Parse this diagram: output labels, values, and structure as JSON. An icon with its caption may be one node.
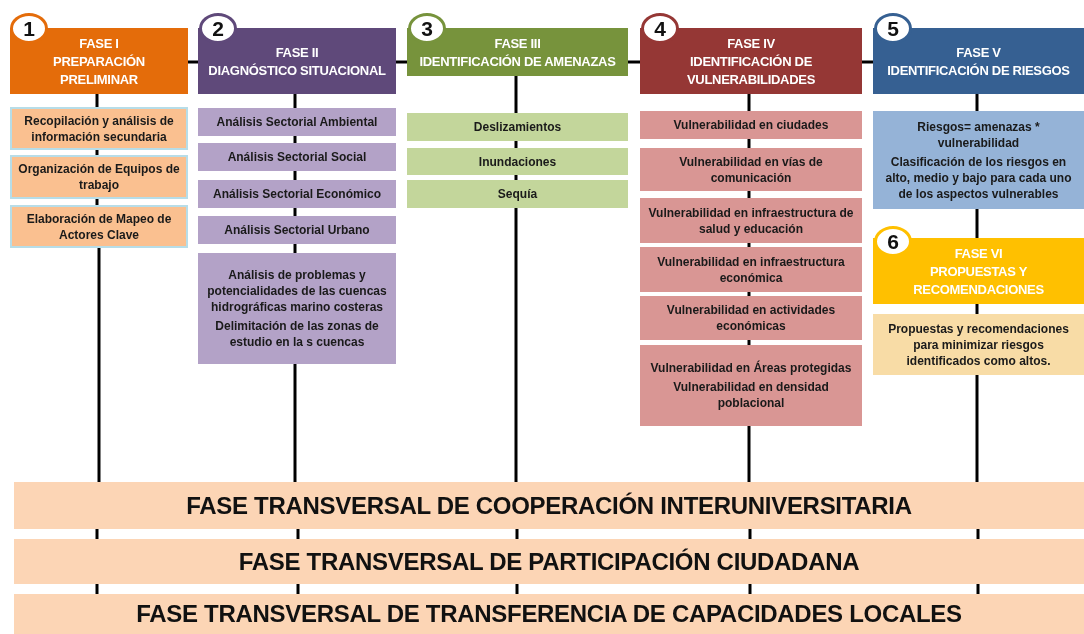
{
  "diagram": {
    "nodes": [
      {
        "text": [
          "1"
        ]
      },
      {
        "text": [
          "FASE I",
          "PREPARACIÓN PRELIMINAR"
        ]
      },
      {
        "text": [
          "2"
        ]
      },
      {
        "text": [
          "FASE II",
          "DIAGNÓSTICO SITUACIONAL"
        ]
      },
      {
        "text": [
          "3"
        ]
      },
      {
        "text": [
          "FASE III",
          "IDENTIFICACIÓN DE AMENAZAS"
        ]
      },
      {
        "text": [
          "4"
        ]
      },
      {
        "text": [
          "FASE IV",
          "IDENTIFICACIÓN DE VULNERABILIDADES"
        ]
      },
      {
        "text": [
          "5"
        ]
      },
      {
        "text": [
          "FASE V",
          "IDENTIFICACIÓN DE RIESGOS"
        ]
      },
      {
        "text": [
          "Recopilación y análisis de información secundaria"
        ]
      },
      {
        "text": [
          "Organización de Equipos de trabajo"
        ]
      },
      {
        "text": [
          "Elaboración de Mapeo de Actores Clave"
        ]
      },
      {
        "text": [
          "Análisis Sectorial Ambiental"
        ]
      },
      {
        "text": [
          "Análisis Sectorial Social"
        ]
      },
      {
        "text": [
          "Análisis Sectorial Económico"
        ]
      },
      {
        "text": [
          "Análisis Sectorial Urbano"
        ]
      },
      {
        "text": [
          "Análisis de problemas y potencialidades de las cuencas hidrográficas marino costeras",
          "Delimitación de las zonas de estudio en la s cuencas"
        ]
      },
      {
        "text": [
          "Deslizamientos"
        ]
      },
      {
        "text": [
          "Inundaciones"
        ]
      },
      {
        "text": [
          "Sequía"
        ]
      },
      {
        "text": [
          "Vulnerabilidad en ciudades"
        ]
      },
      {
        "text": [
          "Vulnerabilidad en vías de comunicación"
        ]
      },
      {
        "text": [
          "Vulnerabilidad en infraestructura de salud y educación"
        ]
      },
      {
        "text": [
          "Vulnerabilidad en infraestructura económica"
        ]
      },
      {
        "text": [
          "Vulnerabilidad en actividades económicas"
        ]
      },
      {
        "text": [
          "Vulnerabilidad en Áreas protegidas",
          "Vulnerabilidad en densidad poblacional"
        ]
      },
      {
        "text": [
          "Riesgos= amenazas * vulnerabilidad",
          "Clasificación de los riesgos en alto, medio y bajo para cada uno de los aspectos vulnerables"
        ]
      },
      {
        "text": [
          "6"
        ]
      },
      {
        "text": [
          "FASE VI",
          "PROPUESTAS Y RECOMENDACIONES"
        ]
      },
      {
        "text": [
          "Propuestas y recomendaciones para minimizar riesgos identificados como altos."
        ]
      },
      {
        "text": [
          "FASE TRANSVERSAL DE COOPERACIÓN INTERUNIVERSITARIA"
        ]
      },
      {
        "text": [
          "FASE TRANSVERSAL DE PARTICIPACIÓN CIUDADANA"
        ]
      },
      {
        "text": [
          "FASE TRANSVERSAL DE TRANSFERENCIA DE CAPACIDADES LOCALES"
        ]
      }
    ],
    "edges": [
      {
        "from": 1,
        "to": 3,
        "arrow": "none"
      },
      {
        "from": 3,
        "to": 5,
        "arrow": "none"
      },
      {
        "from": 5,
        "to": 7,
        "arrow": "none"
      },
      {
        "from": 7,
        "to": 9,
        "arrow": "none"
      },
      {
        "from": 1,
        "to": 10,
        "arrow": "none"
      },
      {
        "from": 10,
        "to": 11,
        "arrow": "none"
      },
      {
        "from": 11,
        "to": 12,
        "arrow": "none"
      },
      {
        "from": 12,
        "to": 31,
        "arrow": "none"
      },
      {
        "from": 3,
        "to": 13,
        "arrow": "none"
      },
      {
        "from": 13,
        "to": 14,
        "arrow": "none"
      },
      {
        "from": 14,
        "to": 15,
        "arrow": "none"
      },
      {
        "from": 15,
        "to": 16,
        "arrow": "none"
      },
      {
        "from": 16,
        "to": 17,
        "arrow": "none"
      },
      {
        "from": 17,
        "to": 31,
        "arrow": "none"
      },
      {
        "from": 5,
        "to": 18,
        "arrow": "none"
      },
      {
        "from": 18,
        "to": 19,
        "arrow": "none"
      },
      {
        "from": 19,
        "to": 20,
        "arrow": "none"
      },
      {
        "from": 20,
        "to": 31,
        "arrow": "none"
      },
      {
        "from": 7,
        "to": 21,
        "arrow": "none"
      },
      {
        "from": 21,
        "to": 22,
        "arrow": "none"
      },
      {
        "from": 22,
        "to": 23,
        "arrow": "none"
      },
      {
        "from": 23,
        "to": 24,
        "arrow": "none"
      },
      {
        "from": 24,
        "to": 25,
        "arrow": "none"
      },
      {
        "from": 25,
        "to": 26,
        "arrow": "none"
      },
      {
        "from": 26,
        "to": 31,
        "arrow": "none"
      },
      {
        "from": 9,
        "to": 27,
        "arrow": "none"
      },
      {
        "from": 27,
        "to": 29,
        "arrow": "none"
      },
      {
        "from": 29,
        "to": 30,
        "arrow": "none"
      },
      {
        "from": 30,
        "to": 31,
        "arrow": "none"
      },
      {
        "from": 31,
        "to": 32,
        "arrow": "none"
      },
      {
        "from": 32,
        "to": 33,
        "arrow": "none"
      },
      {
        "from": 31,
        "to": 32,
        "arrow": "none"
      },
      {
        "from": 32,
        "to": 33,
        "arrow": "none"
      },
      {
        "from": 31,
        "to": 32,
        "arrow": "none"
      },
      {
        "from": 32,
        "to": 33,
        "arrow": "none"
      },
      {
        "from": 31,
        "to": 32,
        "arrow": "none"
      },
      {
        "from": 32,
        "to": 33,
        "arrow": "none"
      },
      {
        "from": 31,
        "to": 32,
        "arrow": "none"
      },
      {
        "from": 32,
        "to": 33,
        "arrow": "none"
      }
    ]
  }
}
